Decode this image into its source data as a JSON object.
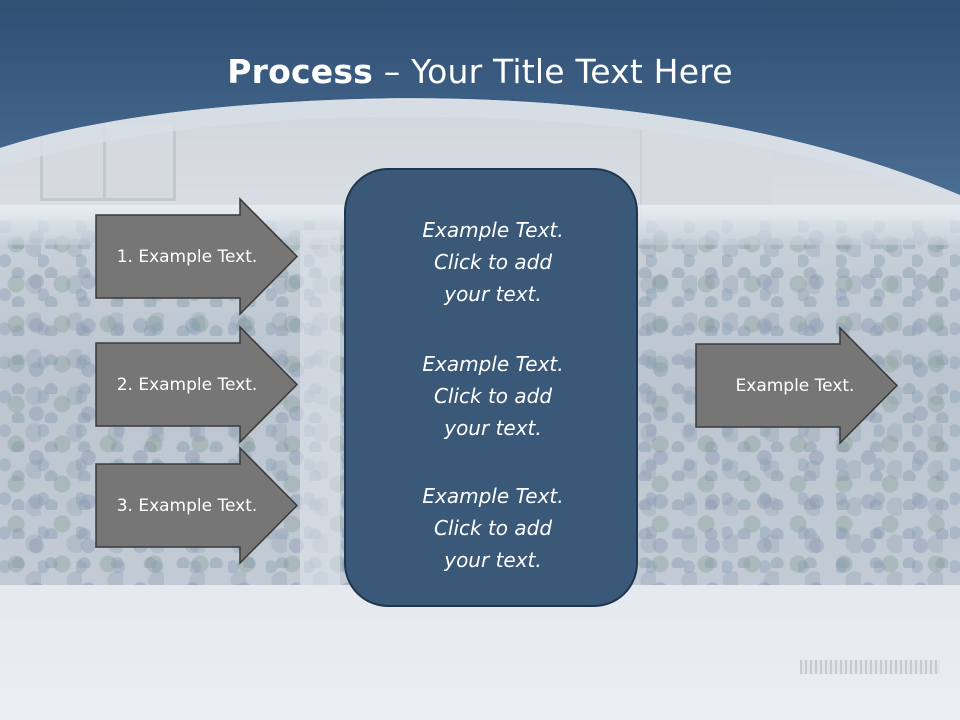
{
  "slide": {
    "title_bold": "Process",
    "title_rest": " – Your Title Text Here",
    "left_arrows": [
      {
        "label": "1. Example Text."
      },
      {
        "label": "2. Example Text."
      },
      {
        "label": "3. Example Text."
      }
    ],
    "center_items": [
      {
        "line1": "Example Text.",
        "line2": "Click  to add",
        "line3": "your text."
      },
      {
        "line1": "Example Text.",
        "line2": "Click  to add",
        "line3": "your text."
      },
      {
        "line1": "Example Text.",
        "line2": "Click  to add",
        "line3": "your text."
      }
    ],
    "right_arrow": {
      "label": "Example Text."
    }
  },
  "colors": {
    "header_blue": "#3b5d82",
    "box_blue": "#3a5878",
    "arrow_gray": "#767676",
    "arrow_border": "#3a3a3a"
  }
}
